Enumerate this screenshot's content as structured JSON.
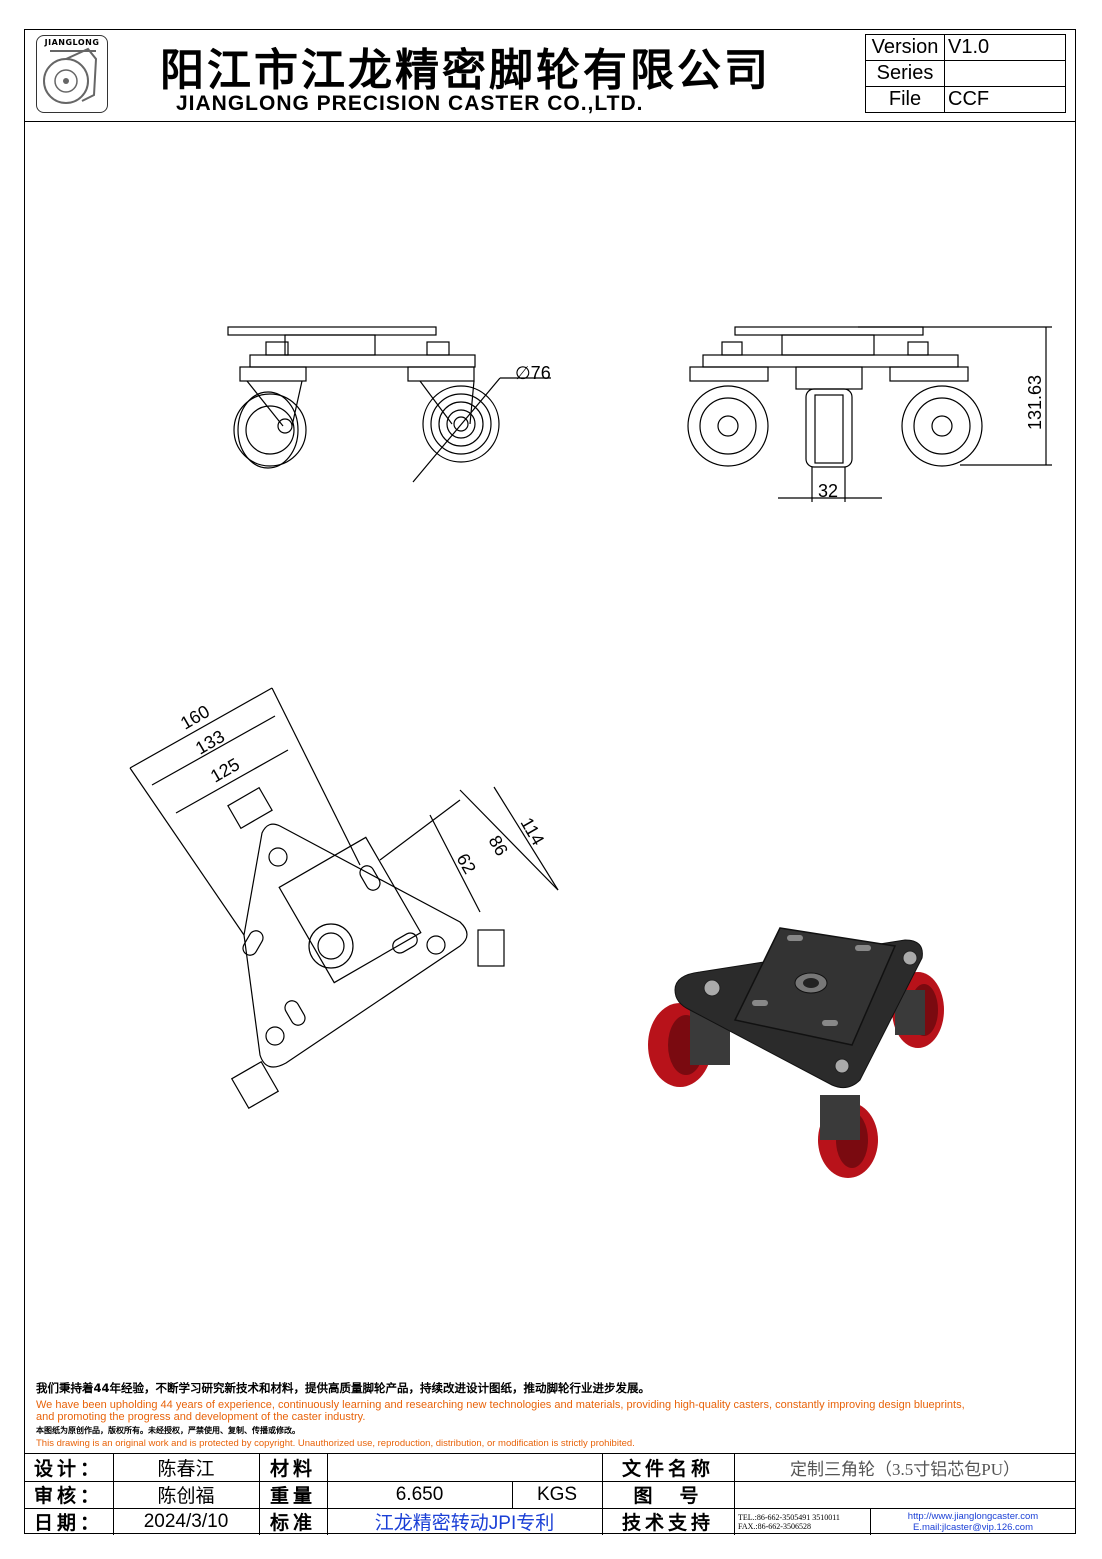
{
  "header": {
    "logo_text": "JIANGLONG",
    "title_cn": "阳江市江龙精密脚轮有限公司",
    "title_en": "JIANGLONG PRECISION CASTER CO.,LTD.",
    "version_label": "Version",
    "version_value": "V1.0",
    "series_label": "Series",
    "series_value": "",
    "file_label": "File",
    "file_value": "CCF"
  },
  "dimensions": {
    "wheel_dia": "∅76",
    "height": "131.63",
    "width": "32",
    "d160": "160",
    "d133": "133",
    "d125": "125",
    "d114": "114",
    "d86": "86",
    "d62": "62"
  },
  "notes": {
    "cn": "我们秉持着44年经验，不断学习研究新技术和材料，提供高质量脚轮产品，持续改进设计图纸，推动脚轮行业进步发展。",
    "en1": "We have been upholding 44 years of experience, continuously learning and researching new technologies and materials, providing high-quality casters, constantly improving design blueprints,",
    "en2": "and promoting the progress and development of the caster industry.",
    "copyright_cn": "本图纸为原创作品，版权所有。未经授权，严禁使用、复制、传播或修改。",
    "copyright_en": "This drawing is an original work and is protected by copyright. Unauthorized use, reproduction, distribution, or modification is strictly prohibited."
  },
  "title_block": {
    "design_label": "设计：",
    "design_value": "陈春江",
    "material_label": "材料",
    "material_value": "",
    "filename_label": "文件名称",
    "filename_value": "定制三角轮（3.5寸铝芯包PU）",
    "review_label": "审核：",
    "review_value": "陈创福",
    "weight_label": "重量",
    "weight_value": "6.650",
    "weight_unit": "KGS",
    "drawing_no_label": "图　号",
    "drawing_no_value": "",
    "date_label": "日期：",
    "date_value": "2024/3/10",
    "standard_label": "标准",
    "standard_value": "江龙精密转动JPI专利",
    "support_label": "技术支持",
    "tel": "TEL.:86-662-3505491  3510011",
    "fax": "FAX.:86-662-3506528",
    "website": "http://www.jianglongcaster.com",
    "email": "E.mail:jlcaster@vip.126.com"
  },
  "colors": {
    "wheel_red": "#b8121a",
    "plate_dark": "#2b2b2b",
    "note_orange": "#e8630a",
    "link_blue": "#1a3fd6"
  }
}
